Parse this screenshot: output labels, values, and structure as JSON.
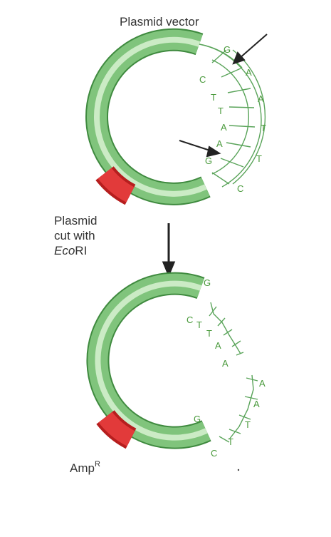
{
  "title": "Plasmid vector",
  "cut_label": {
    "line1": "Plasmid",
    "line2": "cut with",
    "line3_enzyme": "Eco",
    "line3_suffix": "RI"
  },
  "marker_label": {
    "text": "Amp",
    "superscript": "R"
  },
  "colors": {
    "plasmid_green": "#7cc07a",
    "marker_red": "#d82a2a",
    "sequence_green": "#4a9a3c",
    "arrow": "#222222"
  },
  "intact_sequence": {
    "top_strand": [
      "G",
      "A",
      "A",
      "T",
      "T",
      "C"
    ],
    "bottom_strand": [
      "C",
      "T",
      "T",
      "A",
      "A",
      "G"
    ]
  },
  "cut_fragments": {
    "upper_end": [
      "G",
      "C",
      "T",
      "T",
      "A",
      "A"
    ],
    "lower_end": [
      "A",
      "A",
      "T",
      "T",
      "C",
      "G"
    ]
  },
  "icons": [
    "cut-site-arrow-icon",
    "process-arrow-icon"
  ]
}
